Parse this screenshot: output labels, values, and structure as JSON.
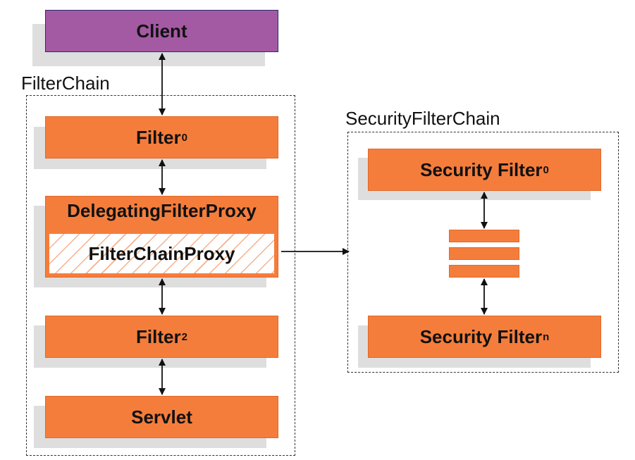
{
  "client": {
    "label": "Client"
  },
  "filter_chain": {
    "title": "FilterChain",
    "filter0": {
      "label": "Filter",
      "sub": "0"
    },
    "delegating": {
      "label": "DelegatingFilterProxy"
    },
    "proxy": {
      "label": "FilterChainProxy"
    },
    "filter2": {
      "label": "Filter",
      "sub": "2"
    },
    "servlet": {
      "label": "Servlet"
    }
  },
  "security_filter_chain": {
    "title": "SecurityFilterChain",
    "filter0": {
      "label": "Security Filter",
      "sub": "0"
    },
    "filtern": {
      "label": "Security Filter",
      "sub": "n"
    }
  },
  "colors": {
    "filter": "#f57d3c",
    "client": "#a45aa3",
    "outline": "#2b2b6e"
  }
}
